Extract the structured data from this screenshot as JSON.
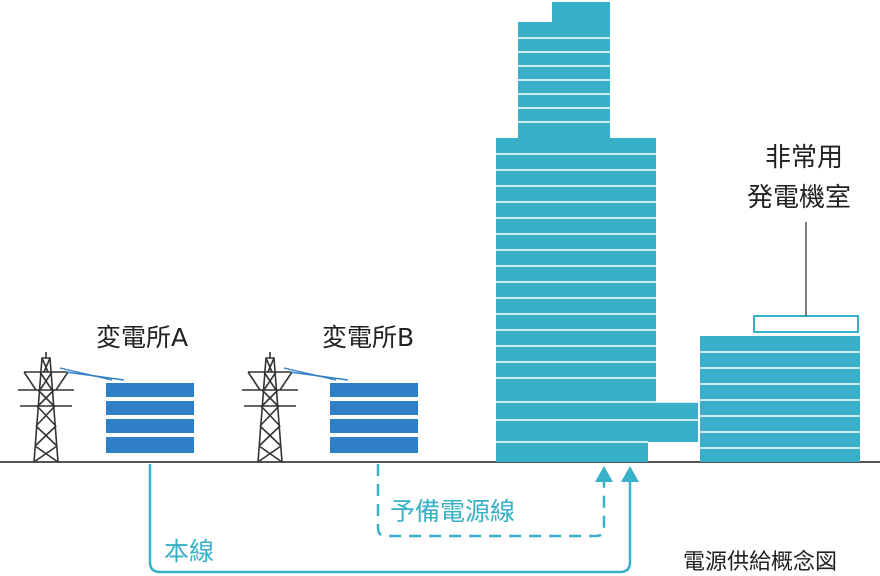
{
  "labels": {
    "substation_a": "変電所A",
    "substation_b": "変電所B",
    "generator_room_line1": "非常用",
    "generator_room_line2": "発電機室",
    "reserve_line": "予備電源線",
    "main_line": "本線",
    "caption": "電源供給概念図"
  },
  "colors": {
    "building": "#38b0c8",
    "substation": "#3080c8",
    "line": "#38b0c8",
    "tower": "#333333",
    "ground": "#555555",
    "text": "#222222"
  },
  "icons": [
    "transmission-tower-icon",
    "transmission-tower-icon"
  ]
}
